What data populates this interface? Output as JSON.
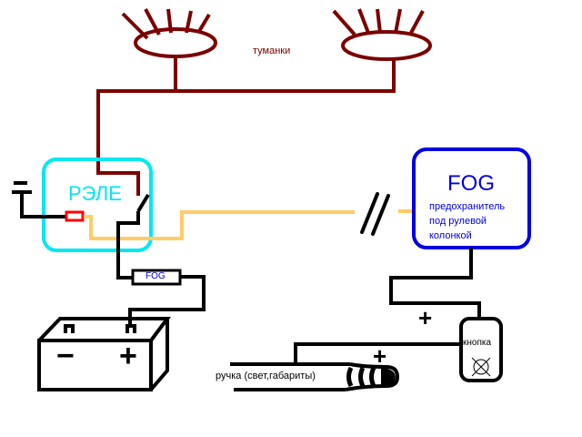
{
  "labels": {
    "fog_lights": "туманки",
    "relay": "РЭЛЕ",
    "fog_box_title": "FOG",
    "fog_box_desc_1": "предохранитель",
    "fog_box_desc_2": "под рулевой",
    "fog_box_desc_3": "колонкой",
    "inline_fuse": "FOG",
    "stalk": "ручка (свет,габариты)",
    "button": "кнопка",
    "ground_symbol": "−",
    "battery_minus": "−",
    "battery_plus": "+",
    "plus_near_button": "+",
    "plus_near_stalk": "+"
  },
  "colors": {
    "lamp_wire": "#7b0000",
    "relay_box": "#00e8f0",
    "fog_box": "#0000e0",
    "signal_wire": "#ffcc66",
    "fuse_marker": "#ff0000",
    "black": "#000000",
    "blue_text": "#0000dd"
  }
}
